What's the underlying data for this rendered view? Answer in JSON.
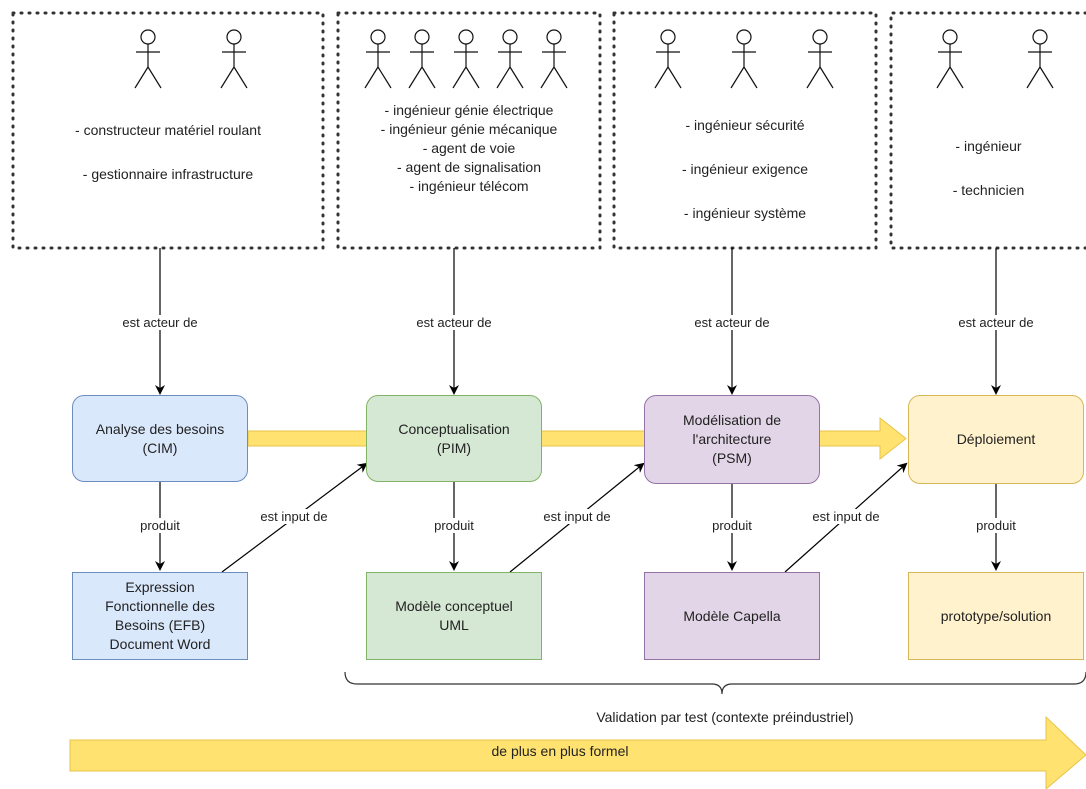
{
  "actor_groups": [
    {
      "lines": [
        "- constructeur matériel roulant",
        "",
        "- gestionnaire infrastructure"
      ],
      "actors": 2
    },
    {
      "lines": [
        "- ingénieur génie électrique",
        "- ingénieur génie mécanique",
        "- agent de voie",
        "- agent de signalisation",
        "- ingénieur télécom"
      ],
      "actors": 5
    },
    {
      "lines": [
        "- ingénieur sécurité",
        "",
        "- ingénieur exigence",
        "",
        "- ingénieur système"
      ],
      "actors": 3
    },
    {
      "lines": [
        "- ingénieur",
        "",
        "- technicien"
      ],
      "actors": 2
    }
  ],
  "edge_labels": {
    "actor_of": "est acteur de",
    "produces": "produit",
    "input_of": "est input de"
  },
  "phases": [
    {
      "label": "Analyse des besoins\n(CIM)",
      "color": "blue"
    },
    {
      "label": "Conceptualisation\n(PIM)",
      "color": "green"
    },
    {
      "label": "Modélisation de\nl'architecture\n(PSM)",
      "color": "purple"
    },
    {
      "label": "Déploiement",
      "color": "yellow"
    }
  ],
  "artifacts": [
    {
      "label": "Expression\nFonctionnelle des\nBesoins (EFB)\nDocument Word",
      "color": "blue"
    },
    {
      "label": "Modèle conceptuel\nUML",
      "color": "green"
    },
    {
      "label": "Modèle Capella",
      "color": "purple"
    },
    {
      "label": "prototype/solution",
      "color": "yellow"
    }
  ],
  "validation_label": "Validation par test (contexte préindustriel)",
  "formal_label": "de plus en plus formel",
  "colors": {
    "blue_fill": "#dae8fc",
    "blue_stroke": "#6c8ebf",
    "green_fill": "#d5e8d4",
    "green_stroke": "#82b366",
    "purple_fill": "#e1d5e7",
    "purple_stroke": "#9673a6",
    "yellow_fill": "#fff2cc",
    "yellow_stroke": "#d6b656",
    "arrow_fill": "#ffe26f",
    "arrow_stroke": "#e8c44a"
  }
}
